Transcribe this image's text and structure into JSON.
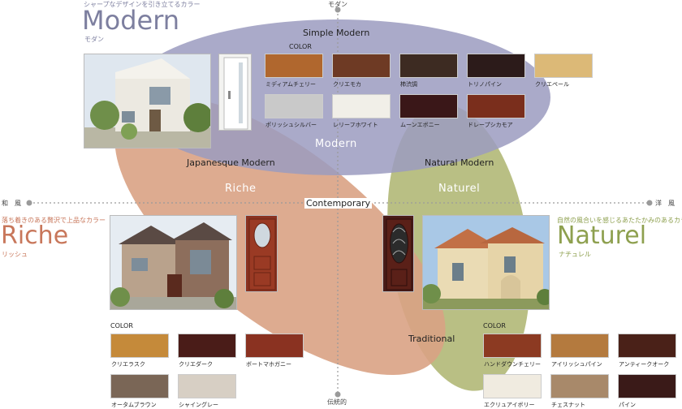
{
  "top_axis_label": "モダン",
  "bottom_axis_label": "伝統的",
  "left_axis_label": "和　風",
  "right_axis_label": "洋　風",
  "modern": {
    "tagline": "シャープなデザインを引き立てるカラー",
    "title": "Modern",
    "kana": "モダン",
    "color_label": "COLOR",
    "swatches": [
      {
        "name": "ミディアムチェリー",
        "color": "#b0672e"
      },
      {
        "name": "クリエモカ",
        "color": "#6e3a24"
      },
      {
        "name": "柿渋調",
        "color": "#3d2b22"
      },
      {
        "name": "トリノパイン",
        "color": "#2c1b1a"
      },
      {
        "name": "クリエペール",
        "color": "#dcb977"
      },
      {
        "name": "ポリッシュシルバー",
        "color": "#c9c9c9"
      },
      {
        "name": "レリーフホワイト",
        "color": "#f1efe8"
      },
      {
        "name": "ムーンエボニー",
        "color": "#3a1718"
      },
      {
        "name": "ドレープシカモア",
        "color": "#7a2e1c"
      }
    ]
  },
  "riche": {
    "tagline": "落ち着きのある贅沢で上品なカラー",
    "title": "Riche",
    "kana": "リッシュ",
    "color_label": "COLOR",
    "swatches": [
      {
        "name": "クリエラスク",
        "color": "#c58a3a"
      },
      {
        "name": "クリエダーク",
        "color": "#4a1c18"
      },
      {
        "name": "ボートマホガニー",
        "color": "#8a3221"
      },
      {
        "name": "オータムブラウン",
        "color": "#7a6656"
      },
      {
        "name": "シャイングレー",
        "color": "#d7cfc4"
      }
    ]
  },
  "naturel": {
    "tagline": "自然の風合いを感じるあたたかみのあるカラー",
    "title": "Naturel",
    "kana": "ナチュレル",
    "color_label": "COLOR",
    "swatches": [
      {
        "name": "ハンドダウンチェリー",
        "color": "#8c3a22"
      },
      {
        "name": "アイリッシュパイン",
        "color": "#b47a3e"
      },
      {
        "name": "アンティークオーク",
        "color": "#4a2118"
      },
      {
        "name": "エクリュアイボリー",
        "color": "#f0ebe0"
      },
      {
        "name": "チェスナット",
        "color": "#a8896a"
      },
      {
        "name": "パイン",
        "color": "#3a1a18"
      }
    ]
  },
  "zones": {
    "simple_modern": "Simple Modern",
    "modern": "Modern",
    "japanesque_modern": "Japanesque Modern",
    "natural_modern": "Natural Modern",
    "riche": "Riche",
    "naturel": "Naturel",
    "contemporary": "Contemporary",
    "traditional": "Traditional"
  },
  "colors": {
    "modern_blob": "#9b9bc0",
    "riche_blob": "#d9a284",
    "naturel_blob": "#adb46e",
    "modern_title": "#7d7f9f",
    "riche_title": "#c8775b",
    "naturel_title": "#8ea04f"
  }
}
